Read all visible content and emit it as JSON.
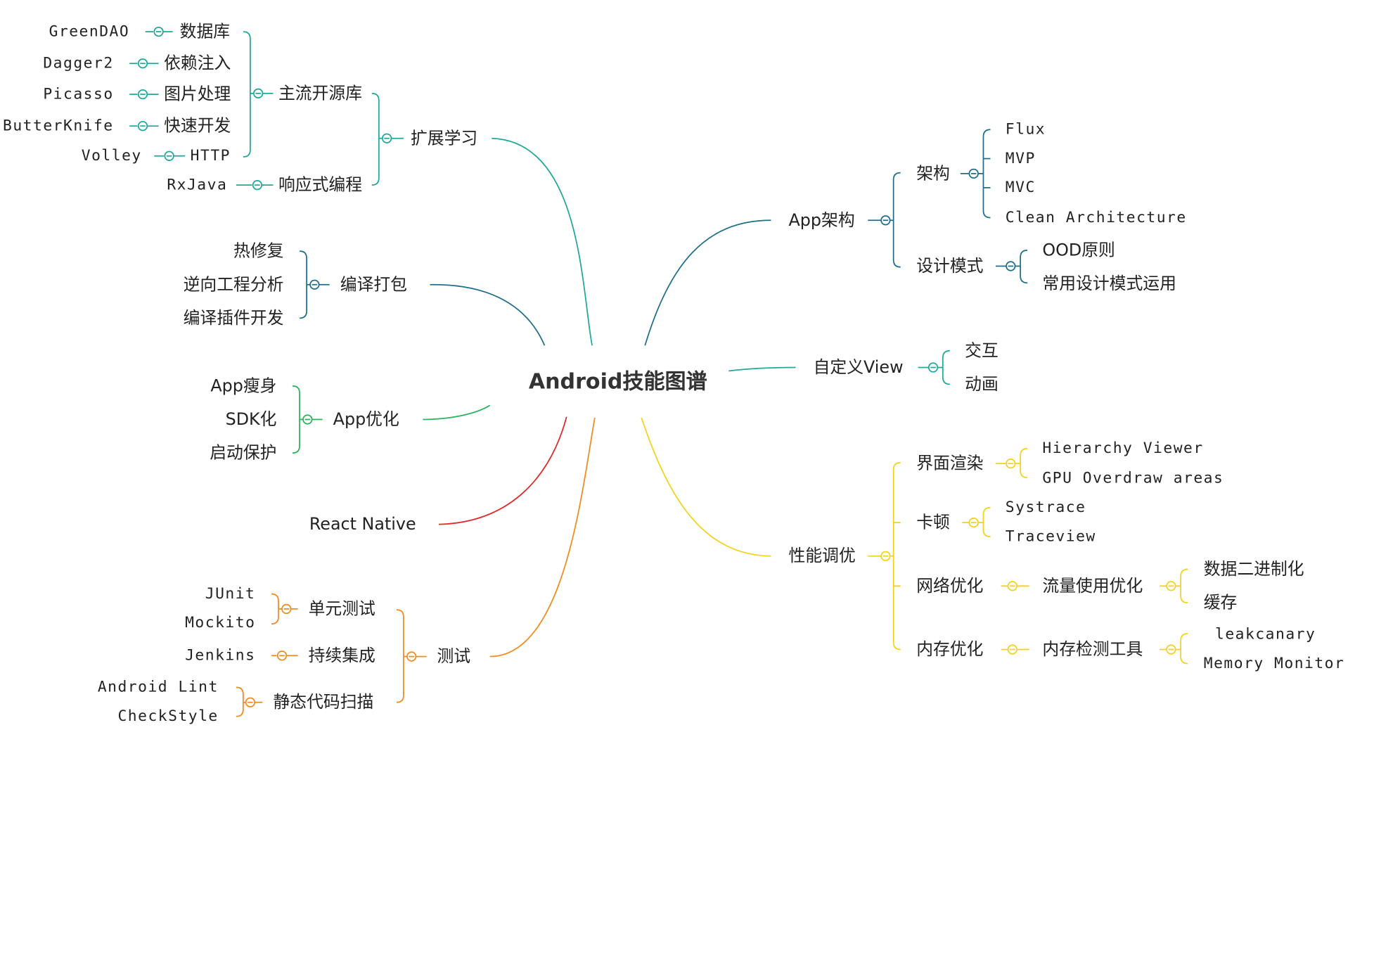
{
  "root": "Android技能图谱",
  "colors": {
    "extend": "#22a89a",
    "compile": "#1f6f8b",
    "appopt": "#27b35c",
    "rn": "#e02a2a",
    "test": "#f28b1e",
    "arch": "#1f6f8b",
    "view": "#22a89a",
    "perf": "#f5d21a"
  },
  "branches": {
    "extend": {
      "label": "扩展学习",
      "open_source": {
        "label": "主流开源库",
        "items": [
          {
            "cat": "数据库",
            "lib": "GreenDAO"
          },
          {
            "cat": "依赖注入",
            "lib": "Dagger2"
          },
          {
            "cat": "图片处理",
            "lib": "Picasso"
          },
          {
            "cat": "快速开发",
            "lib": "ButterKnife"
          },
          {
            "cat": "HTTP",
            "lib": "Volley"
          }
        ]
      },
      "reactive": {
        "label": "响应式编程",
        "lib": "RxJava"
      }
    },
    "compile": {
      "label": "编译打包",
      "items": [
        "热修复",
        "逆向工程分析",
        "编译插件开发"
      ]
    },
    "appopt": {
      "label": "App优化",
      "items": [
        "App瘦身",
        "SDK化",
        "启动保护"
      ]
    },
    "rn": {
      "label": "React Native"
    },
    "test": {
      "label": "测试",
      "unit": {
        "label": "单元测试",
        "items": [
          "JUnit",
          "Mockito"
        ]
      },
      "ci": {
        "label": "持续集成",
        "items": [
          "Jenkins"
        ]
      },
      "scan": {
        "label": "静态代码扫描",
        "items": [
          "Android Lint",
          "CheckStyle"
        ]
      }
    },
    "arch": {
      "label": "App架构",
      "framework": {
        "label": "架构",
        "items": [
          "Flux",
          "MVP",
          "MVC",
          "Clean Architecture"
        ]
      },
      "patterns": {
        "label": "设计模式",
        "items": [
          "OOD原则",
          "常用设计模式运用"
        ]
      }
    },
    "view": {
      "label": "自定义View",
      "items": [
        "交互",
        "动画"
      ]
    },
    "perf": {
      "label": "性能调优",
      "ui": {
        "label": "界面渲染",
        "items": [
          "Hierarchy Viewer",
          "GPU Overdraw areas"
        ]
      },
      "jank": {
        "label": "卡顿",
        "items": [
          "Systrace",
          "Traceview"
        ]
      },
      "net": {
        "label": "网络优化",
        "child": "流量使用优化",
        "items": [
          "数据二进制化",
          "缓存"
        ]
      },
      "mem": {
        "label": "内存优化",
        "child": "内存检测工具",
        "items": [
          "leakcanary",
          "Memory Monitor"
        ]
      }
    }
  }
}
